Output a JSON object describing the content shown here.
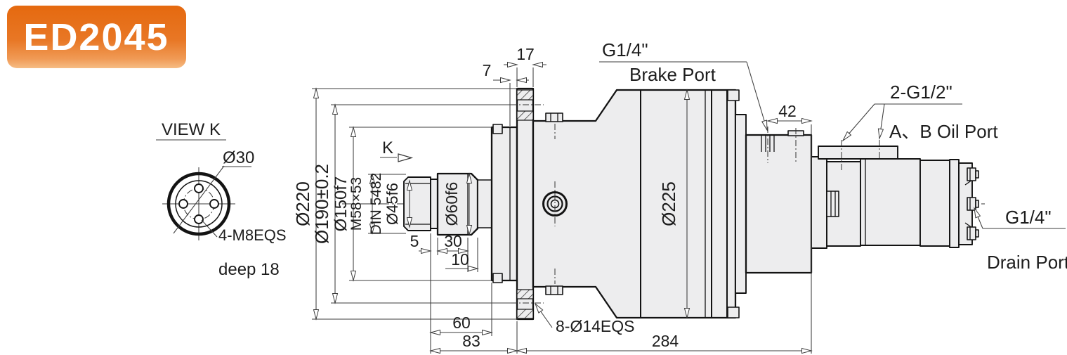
{
  "badge": {
    "model": "ED2045"
  },
  "view_k": {
    "title": "VIEW K",
    "bolt_circle_dia": "Ø30",
    "holes": "4-M8EQS",
    "depth": "deep 18"
  },
  "view_arrow": {
    "label": "K"
  },
  "ports": {
    "brake": {
      "thread": "G1/4\"",
      "name": "Brake Port"
    },
    "oil": {
      "thread": "2-G1/2\"",
      "name": "A、B Oil Port"
    },
    "drain": {
      "thread": "G1/4\"",
      "name": "Drain Port"
    }
  },
  "diameters": {
    "d220": "Ø220",
    "d190": "Ø190±0.2",
    "d150": "Ø150f7",
    "spline_spec": "M58×53",
    "spline_std": "DIN 5482",
    "d45": "Ø45f6",
    "d60": "Ø60f6",
    "d225": "Ø225"
  },
  "lengths": {
    "l5": "5",
    "l30": "30",
    "l10": "10",
    "l60": "60",
    "l83": "83",
    "l284": "284",
    "l17": "17",
    "l7": "7",
    "l42": "42"
  },
  "flange_holes": "8-Ø14EQS",
  "colors": {
    "badge_top": "#e5690f",
    "badge_mid": "#e87725",
    "badge_bottom": "#f6bd85",
    "line": "#131313",
    "part_fill": "#ededee"
  }
}
